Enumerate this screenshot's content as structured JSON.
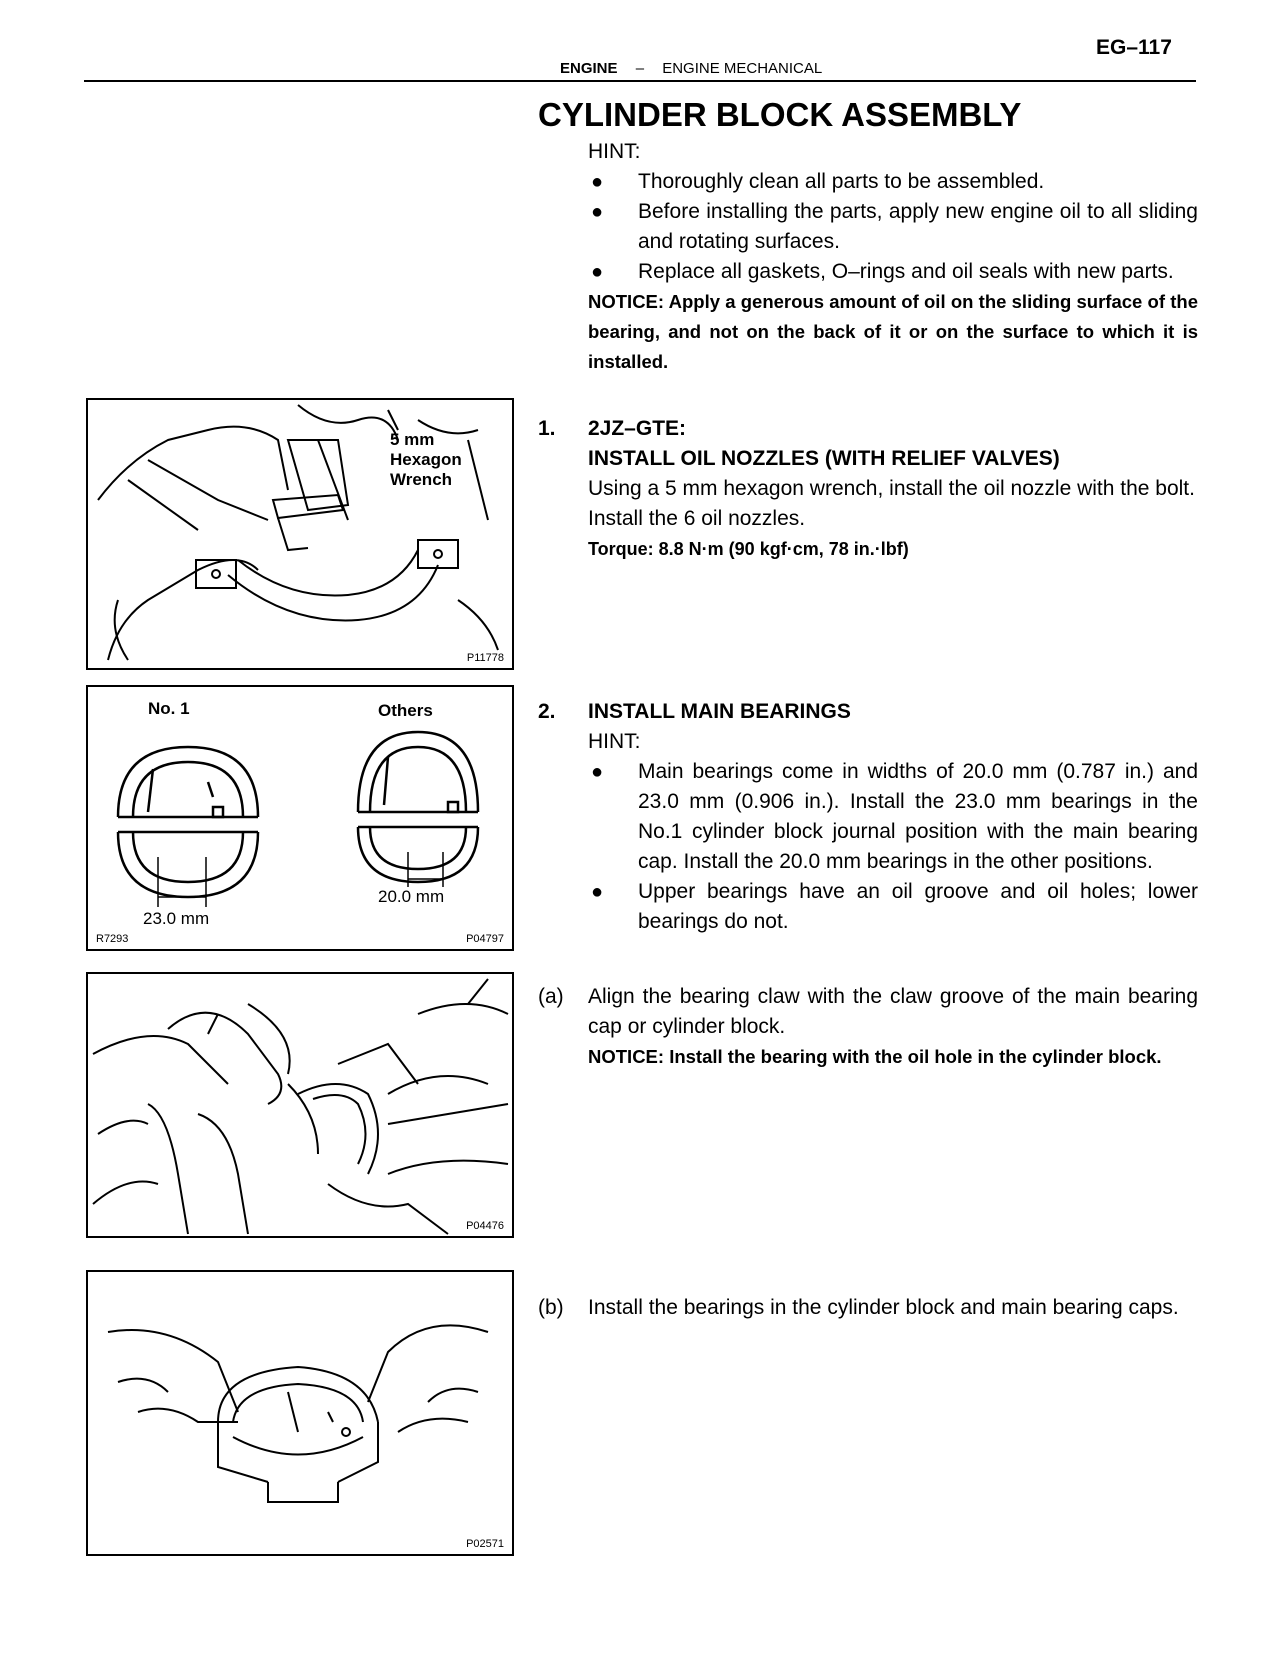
{
  "header": {
    "page_number": "EG–117",
    "section": "ENGINE",
    "separator": "–",
    "subsection": "ENGINE MECHANICAL"
  },
  "title": "CYLINDER BLOCK ASSEMBLY",
  "hint_label": "HINT:",
  "intro_bullets": [
    "Thoroughly clean all parts to be assembled.",
    "Before installing the parts, apply new engine oil to all sliding and rotating surfaces.",
    "Replace all gaskets, O–rings and oil seals with new parts."
  ],
  "notice1": "NOTICE: Apply a generous amount of oil on the sliding surface of the bearing, and not on the back of it or on the surface to which it is installed.",
  "step1": {
    "num": "1.",
    "line1": "2JZ–GTE:",
    "line2": "INSTALL OIL NOZZLES (WITH RELIEF VALVES)",
    "text": "Using a 5 mm hexagon wrench, install the oil nozzle with the bolt. Install the 6 oil nozzles.",
    "torque": "Torque: 8.8 N·m (90 kgf·cm, 78 in.·lbf)"
  },
  "step2": {
    "num": "2.",
    "title": "INSTALL MAIN BEARINGS",
    "hint": "HINT:",
    "bullets": [
      "Main bearings come in widths of 20.0 mm (0.787 in.) and 23.0 mm (0.906 in.). Install the 23.0 mm bearings in the No.1 cylinder block journal position with the main bearing cap. Install the 20.0 mm bearings in the other positions.",
      "Upper bearings have an oil groove and oil holes; lower bearings do not."
    ]
  },
  "step_a": {
    "label": "(a)",
    "text": "Align the bearing claw with the claw groove of the main bearing cap or cylinder block.",
    "notice": "NOTICE: Install the bearing with the oil hole in the cylinder block."
  },
  "step_b": {
    "label": "(b)",
    "text": "Install the bearings in the cylinder block and main bearing caps."
  },
  "figures": {
    "fig1": {
      "label1": "5 mm",
      "label2": "Hexagon",
      "label3": "Wrench",
      "id": "P11778"
    },
    "fig2": {
      "left_label": "No. 1",
      "right_label": "Others",
      "dim_left": "23.0 mm",
      "dim_right": "20.0 mm",
      "id_left": "R7293",
      "id_right": "P04797"
    },
    "fig3": {
      "id": "P04476"
    },
    "fig4": {
      "id": "P02571"
    }
  }
}
